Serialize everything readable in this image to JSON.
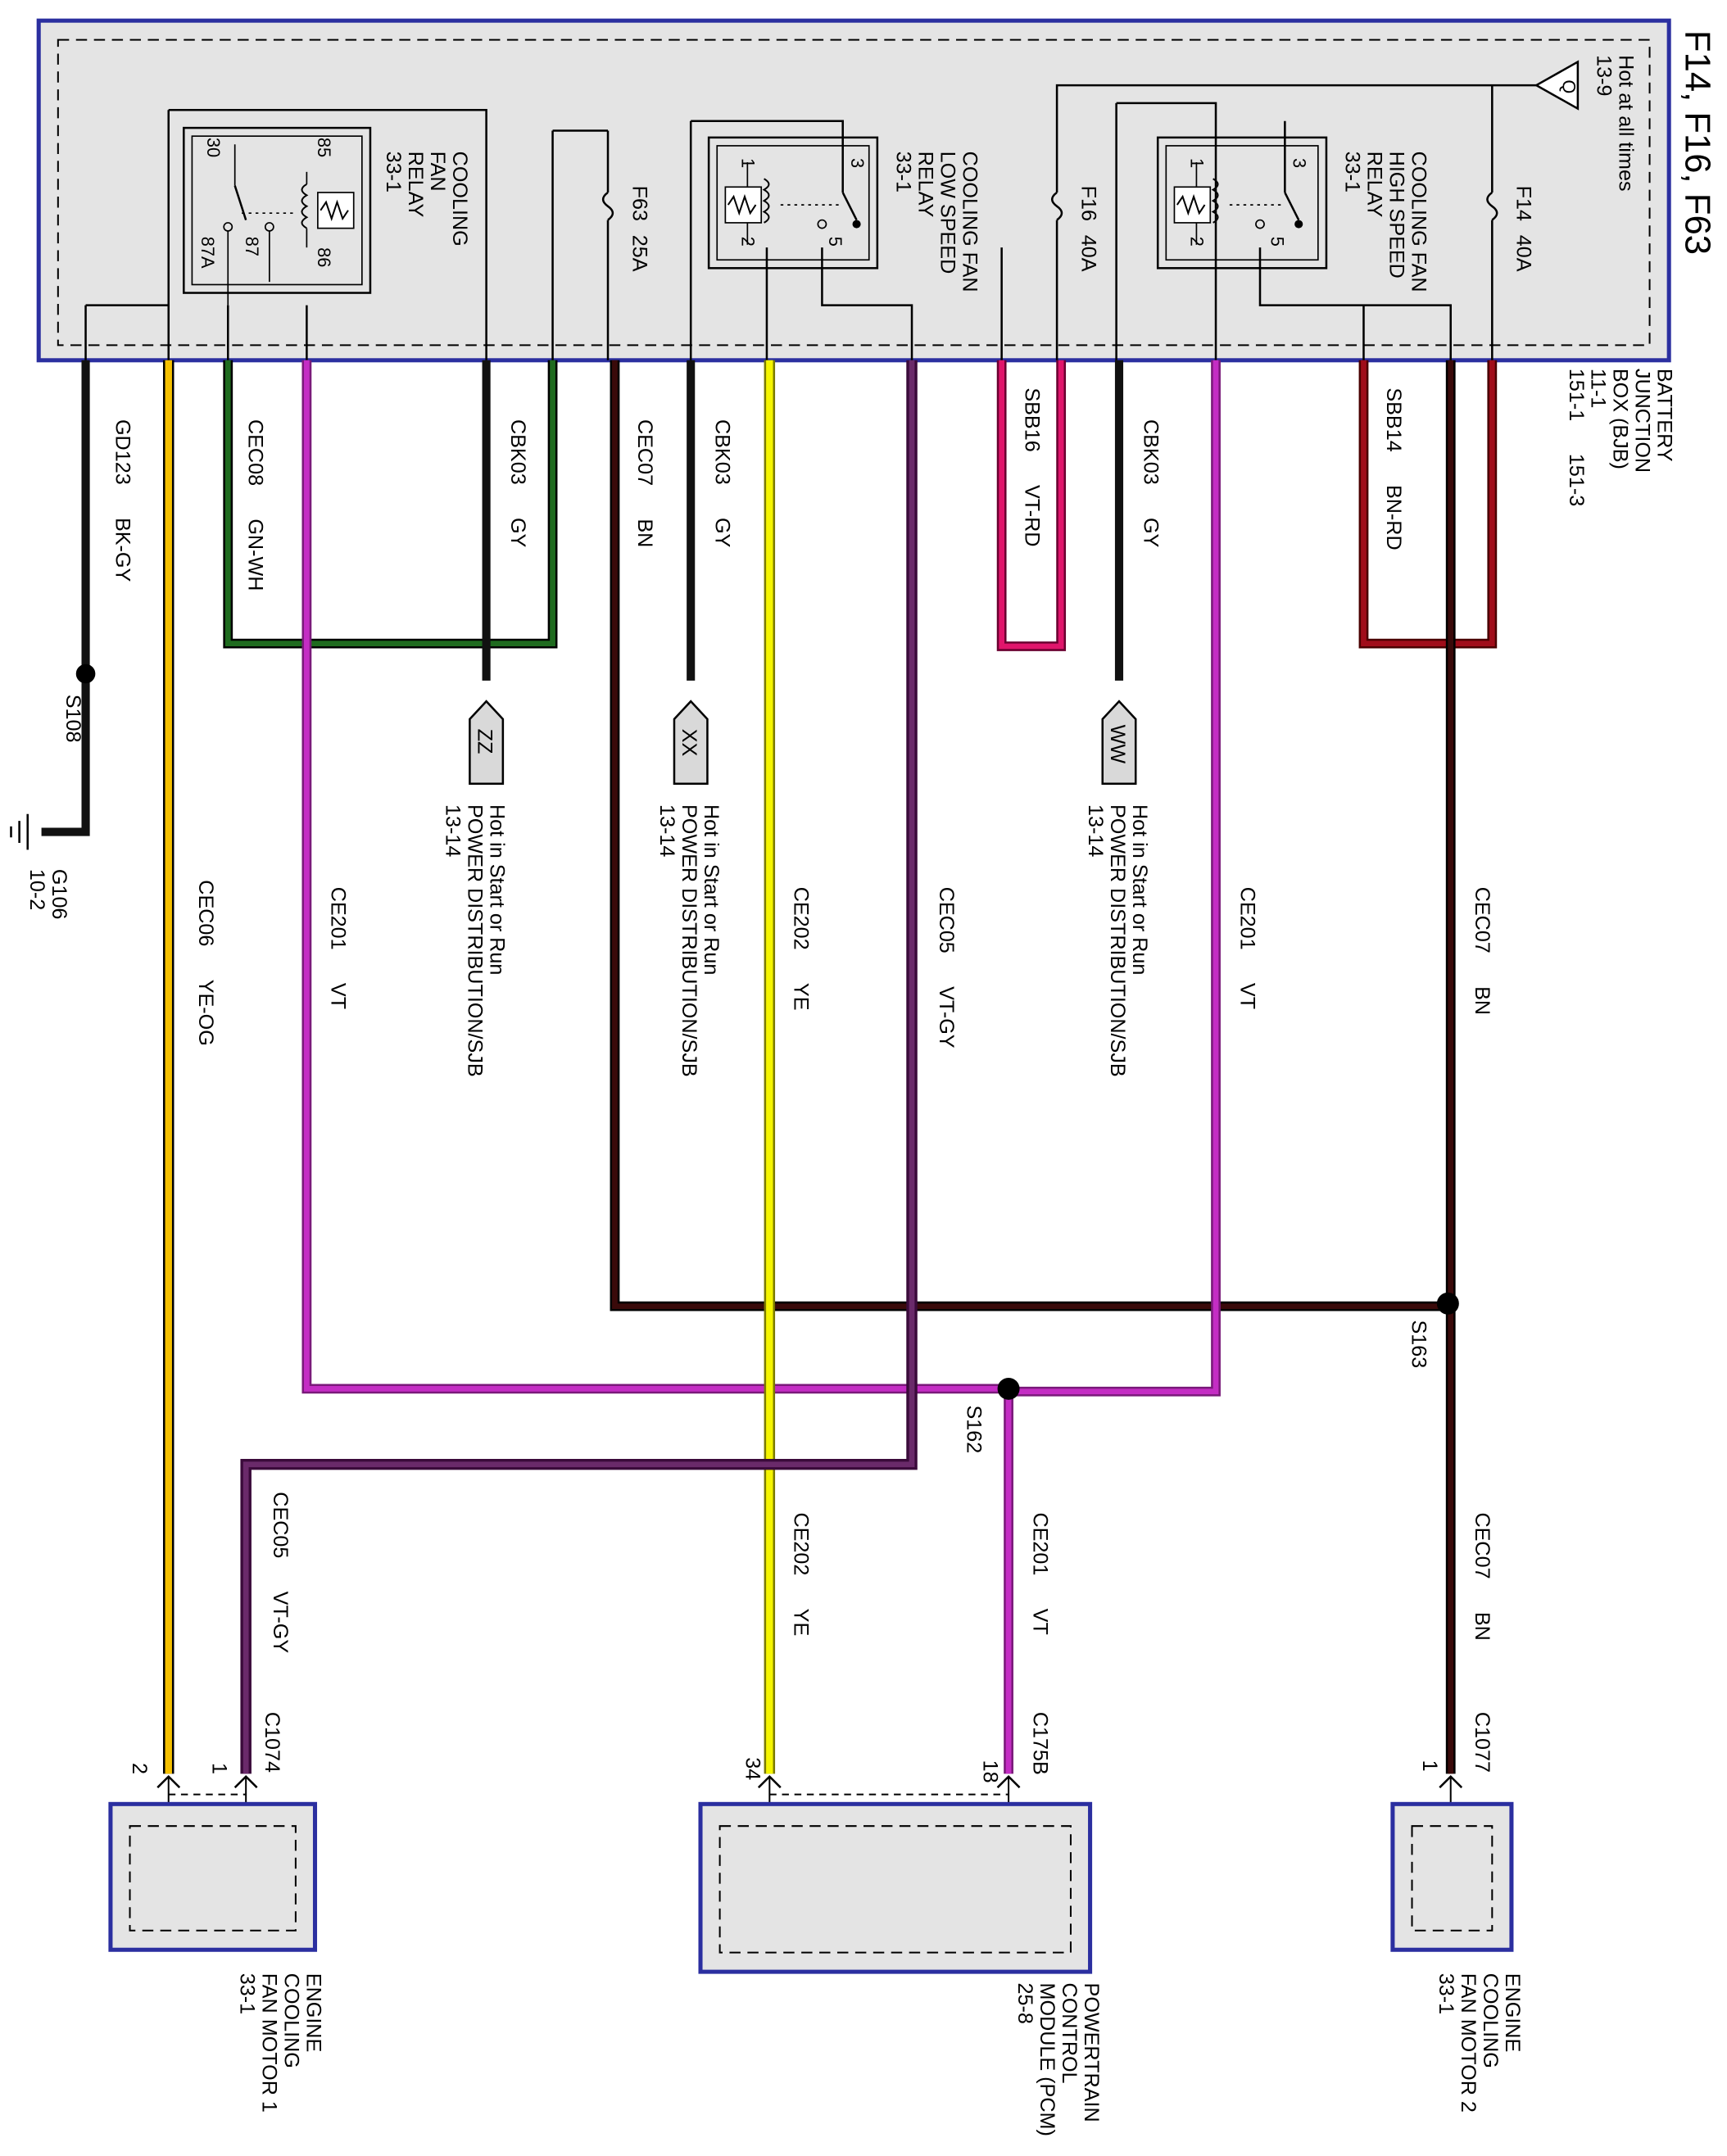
{
  "title": "F14, F16, F63",
  "bjb": {
    "name": [
      "BATTERY",
      "JUNCTION",
      "BOX (BJB)",
      "11-1"
    ],
    "ref2": "151-1",
    "ref3": "151-3",
    "hot_at_all_times": "Hot at all times",
    "hot_ref": "13-9",
    "connector_q": "Q"
  },
  "fuses": {
    "f14": {
      "name": "F14",
      "rating": "40A"
    },
    "f16": {
      "name": "F16",
      "rating": "40A"
    },
    "f63": {
      "name": "F63",
      "rating": "25A"
    }
  },
  "relays": {
    "high": {
      "lines": [
        "COOLING FAN",
        "HIGH SPEED",
        "RELAY",
        "33-1"
      ],
      "pins": [
        "1",
        "2",
        "3",
        "5"
      ]
    },
    "low": {
      "lines": [
        "COOLING FAN",
        "LOW SPEED",
        "RELAY",
        "33-1"
      ],
      "pins": [
        "1",
        "2",
        "3",
        "5"
      ]
    },
    "fan": {
      "lines": [
        "COOLING",
        "FAN",
        "RELAY",
        "33-1"
      ],
      "pins": [
        "30",
        "85",
        "86",
        "87",
        "87A"
      ]
    }
  },
  "wires": {
    "gd123": {
      "circuit": "GD123",
      "color": "BK-GY"
    },
    "cec06": {
      "circuit": "CEC06",
      "color": "YE-OG"
    },
    "cec08": {
      "circuit": "CEC08",
      "color": "GN-WH"
    },
    "ce201_left": {
      "circuit": "CE201",
      "color": "VT"
    },
    "cbk03_zz": {
      "circuit": "CBK03",
      "color": "GY"
    },
    "cec07_top": {
      "circuit": "CEC07",
      "color": "BN"
    },
    "cbk03_xx": {
      "circuit": "CBK03",
      "color": "GY"
    },
    "ce202_top": {
      "circuit": "CE202",
      "color": "YE"
    },
    "cec05_top": {
      "circuit": "CEC05",
      "color": "VT-GY"
    },
    "sbb16": {
      "circuit": "SBB16",
      "color": "VT-RD"
    },
    "cbk03_ww": {
      "circuit": "CBK03",
      "color": "GY"
    },
    "ce201_right": {
      "circuit": "CE201",
      "color": "VT"
    },
    "sbb14": {
      "circuit": "SBB14",
      "color": "BN-RD"
    },
    "cec07_right": {
      "circuit": "CEC07",
      "color": "BN"
    },
    "cec05_bottom": {
      "circuit": "CEC05",
      "color": "VT-GY"
    },
    "ce202_bottom": {
      "circuit": "CE202",
      "color": "YE"
    },
    "ce201_bottom": {
      "circuit": "CE201",
      "color": "VT"
    },
    "cec07_bottom": {
      "circuit": "CEC07",
      "color": "BN"
    }
  },
  "splices": {
    "s108": "S108",
    "s162": "S162",
    "s163": "S163"
  },
  "ground": {
    "name": "G106",
    "ref": "10-2"
  },
  "power_tags": {
    "zz": {
      "tag": "ZZ",
      "lines": [
        "Hot in Start or Run",
        "POWER DISTRIBUTION/SJB",
        "13-14"
      ]
    },
    "xx": {
      "tag": "XX",
      "lines": [
        "Hot in Start or Run",
        "POWER DISTRIBUTION/SJB",
        "13-14"
      ]
    },
    "ww": {
      "tag": "WW",
      "lines": [
        "Hot in Start or Run",
        "POWER DISTRIBUTION/SJB",
        "13-14"
      ]
    }
  },
  "connectors": {
    "c1074": {
      "name": "C1074",
      "pins": [
        "1",
        "2"
      ]
    },
    "c175b": {
      "name": "C175B",
      "pins": [
        "18",
        "34"
      ]
    },
    "c1077": {
      "name": "C1077",
      "pins": [
        "1"
      ]
    }
  },
  "components": {
    "motor1": {
      "lines": [
        "ENGINE",
        "COOLING",
        "FAN MOTOR 1",
        "33-1"
      ]
    },
    "pcm": {
      "lines": [
        "POWERTRAIN",
        "CONTROL",
        "MODULE (PCM)",
        "25-8"
      ]
    },
    "motor2": {
      "lines": [
        "ENGINE",
        "COOLING",
        "FAN MOTOR 2",
        "33-1"
      ]
    }
  },
  "colors": {
    "box_border": "#2b2fa0",
    "box_fill": "#e4e4e4",
    "black": "#111111",
    "yellow_orange": "#f5c000",
    "yellow": "#f5f500",
    "green": "#1f6b1f",
    "violet": "#c42dc4",
    "brown": "#3a0a0a",
    "violet_gray": "#6a2a6a",
    "violet_red": "#e0156b",
    "brown_red": "#a00d1a"
  }
}
